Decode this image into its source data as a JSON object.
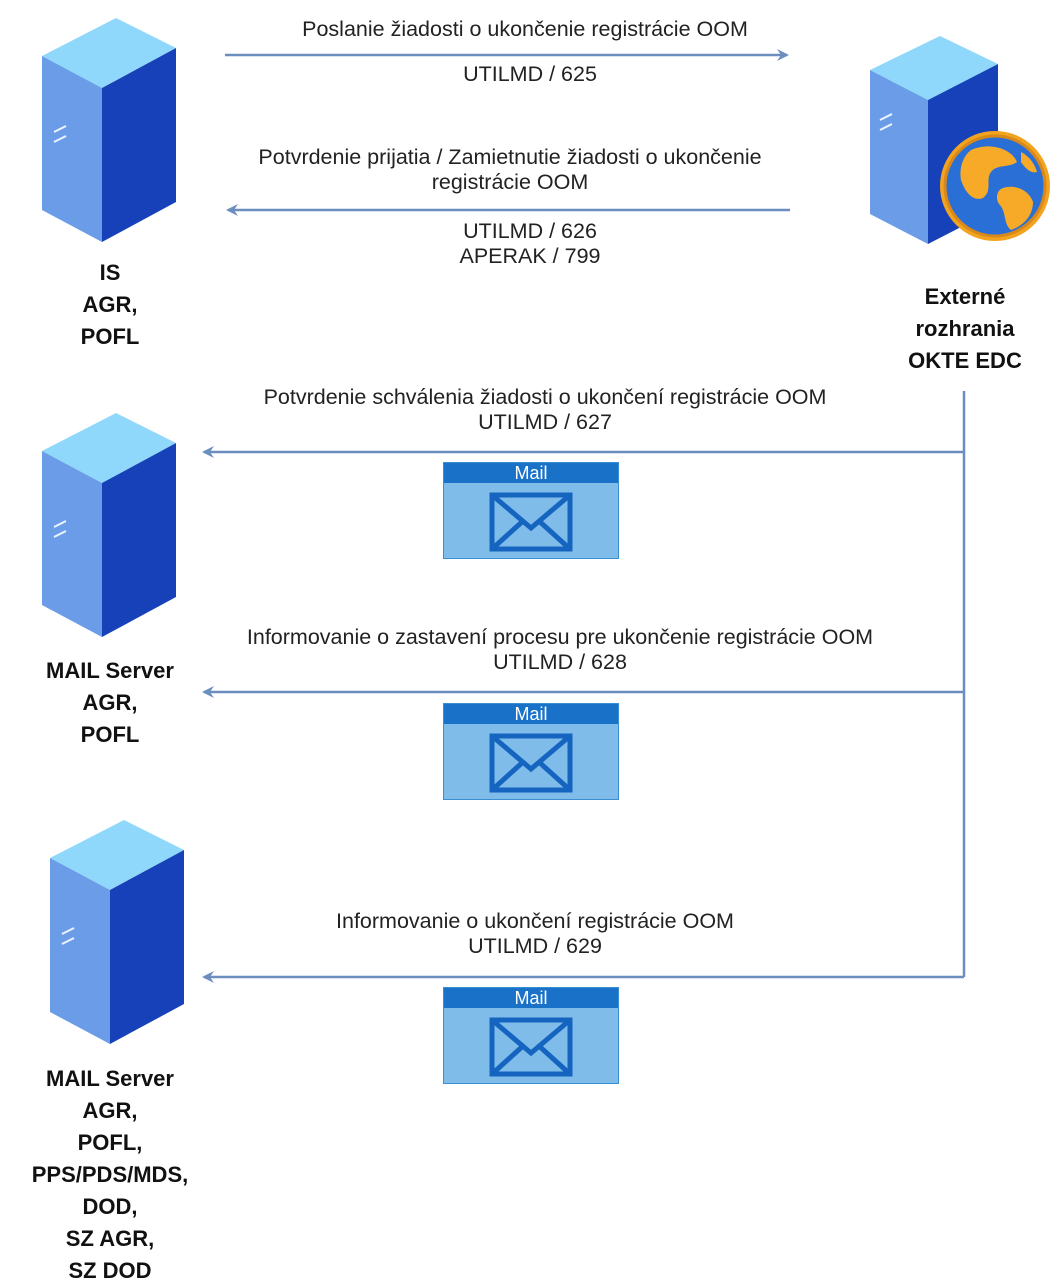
{
  "nodes": {
    "is_server": {
      "lines": [
        "IS",
        "AGR,",
        "POFL"
      ]
    },
    "external": {
      "lines": [
        "Externé",
        "rozhrania",
        "OKTE EDC"
      ]
    },
    "mail_server_1": {
      "lines": [
        "MAIL Server",
        "AGR,",
        "POFL"
      ]
    },
    "mail_server_2": {
      "lines": [
        "MAIL Server",
        "AGR,",
        "POFL,",
        "PPS/PDS/MDS,",
        "DOD,",
        "SZ AGR,",
        "SZ DOD"
      ]
    }
  },
  "messages": [
    {
      "title": [
        "Poslanie žiadosti o ukončenie registrácie OOM"
      ],
      "codes": [
        "UTILMD / 625"
      ]
    },
    {
      "title": [
        "Potvrdenie prijatia / Zamietnutie žiadosti o ukončenie",
        "registrácie OOM"
      ],
      "codes": [
        "UTILMD / 626",
        "APERAK / 799"
      ]
    },
    {
      "title": [
        "Potvrdenie schválenia žiadosti o ukončení registrácie OOM",
        "UTILMD / 627"
      ],
      "mail_label": "Mail"
    },
    {
      "title": [
        "Informovanie o zastavení procesu pre ukončenie registrácie OOM",
        "UTILMD / 628"
      ],
      "mail_label": "Mail"
    },
    {
      "title": [
        "Informovanie o ukončení registrácie OOM",
        "UTILMD / 629"
      ],
      "mail_label": "Mail"
    }
  ],
  "colors": {
    "connector": "#6c8ebf",
    "server_front": "#1540b5",
    "server_top": "#7fd0f7",
    "mail_fill": "#7fbcea",
    "mail_bar": "#1971c8"
  },
  "icons": [
    "server-icon",
    "globe-icon",
    "mail-icon",
    "envelope-icon"
  ]
}
